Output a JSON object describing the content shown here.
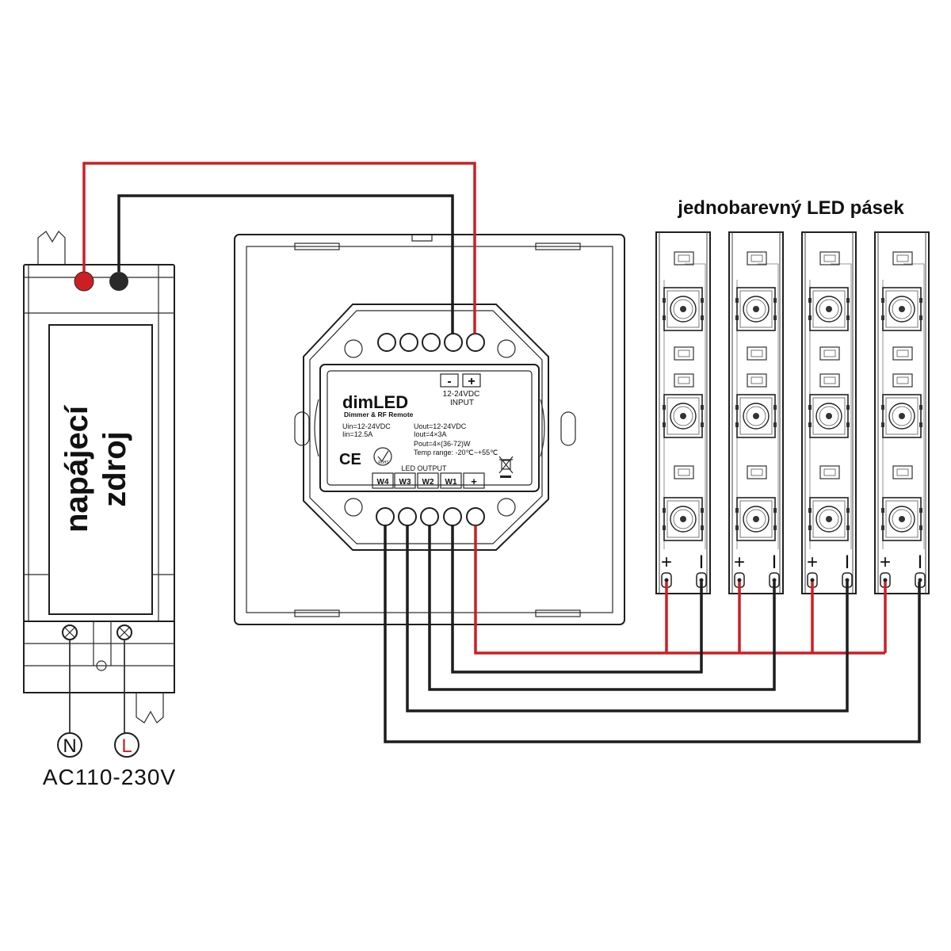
{
  "strip_heading": "jednobarevný LED pásek",
  "power_supply": {
    "label_line1": "napájecí",
    "label_line2": "zdroj",
    "neutral": "N",
    "live": "L",
    "voltage": "AC110-230V"
  },
  "controller": {
    "brand": "dimLED",
    "subtitle": "Dimmer & RF Remote",
    "input_minus": "-",
    "input_plus": "+",
    "input_voltage": "12-24VDC",
    "input_label": "INPUT",
    "spec_uin": "Uin=12-24VDC",
    "spec_iin": "Iin=12.5A",
    "spec_uout": "Uout=12-24VDC",
    "spec_iout": "Iout=4×3A",
    "spec_pout": "Pout=4×(36-72)W",
    "spec_temp": "Temp range: -20℃~+55℃",
    "ce_mark": "CE",
    "rohs": "RoHS",
    "output_label": "LED OUTPUT",
    "outputs": [
      "W4",
      "W3",
      "W2",
      "W1",
      "+"
    ]
  },
  "strip_terminals": {
    "plus": "+",
    "minus": "I"
  },
  "colors": {
    "red_wire": "#cc1f24",
    "black_wire": "#1d1d1d",
    "outline": "#1f1f1f"
  }
}
